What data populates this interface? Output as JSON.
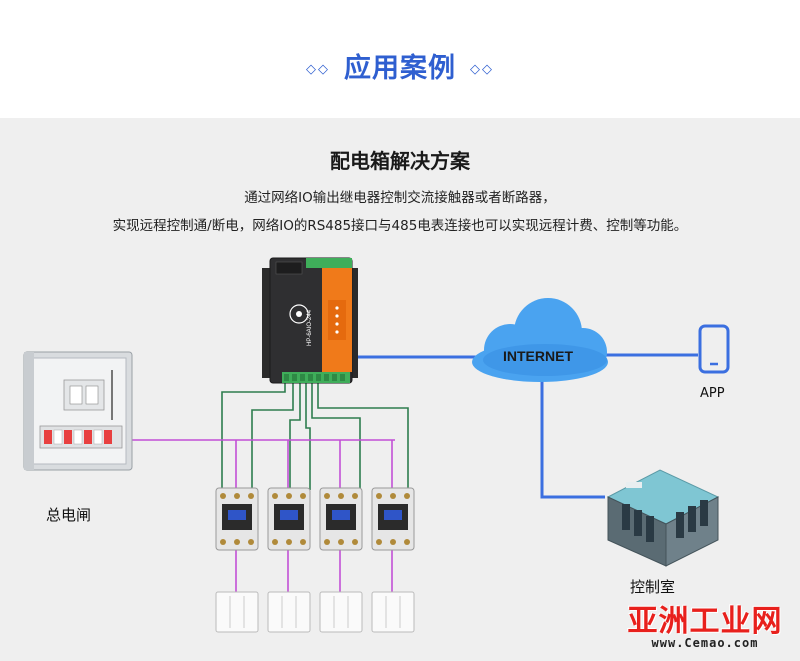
{
  "header": {
    "title": "应用案例",
    "left_deco": "◇◇",
    "right_deco": "◇◇"
  },
  "diagram": {
    "title": "配电箱解决方案",
    "desc_line1": "通过网络IO输出继电器控制交流接触器或者断路器，",
    "desc_line2": "实现远程控制通/断电，网络IO的RS485接口与485电表连接也可以实现远程计费、控制等功能。"
  },
  "nodes": {
    "device_model": "HP-6AIO-244",
    "cloud": "INTERNET",
    "app": "APP",
    "panel": "总电闸",
    "control_room": "控制室"
  },
  "watermark": {
    "main": "亚洲工业网",
    "url": "www.Cemao.com"
  },
  "colors": {
    "accent": "#2f5fd0",
    "purple_wire": "#c24fd6",
    "green_wire": "#2e7d4f",
    "blue_link": "#3b6fe0",
    "cloud": "#4aa3f0"
  }
}
